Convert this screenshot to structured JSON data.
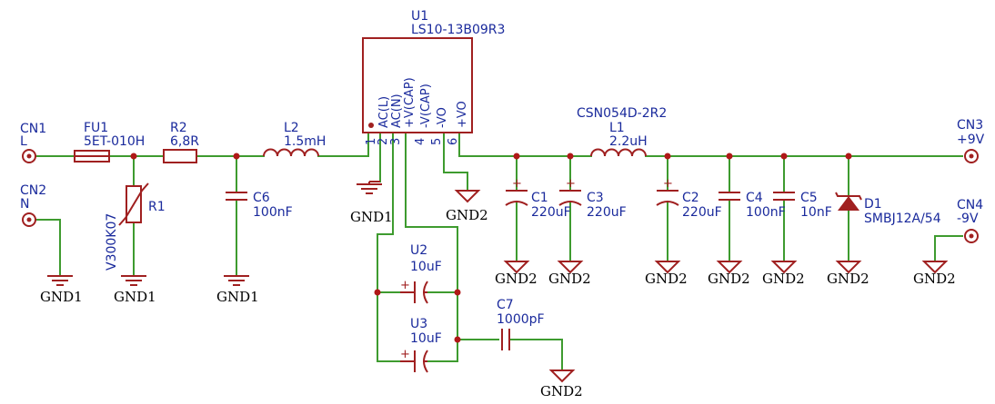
{
  "connectors": {
    "cn1": {
      "ref": "CN1",
      "value": "L"
    },
    "cn2": {
      "ref": "CN2",
      "value": "N"
    },
    "cn3": {
      "ref": "CN3",
      "value": "+9V"
    },
    "cn4": {
      "ref": "CN4",
      "value": "-9V"
    }
  },
  "parts": {
    "fu1": {
      "ref": "FU1",
      "value": "5ET-010H"
    },
    "r2": {
      "ref": "R2",
      "value": "6,8R"
    },
    "r1": {
      "ref": "R1",
      "value": "V300K07"
    },
    "l2": {
      "ref": "L2",
      "value": "1.5mH"
    },
    "c6": {
      "ref": "C6",
      "value": "100nF"
    },
    "u1": {
      "ref": "U1",
      "value": "LS10-13B09R3"
    },
    "l1": {
      "ref": "L1",
      "value": "2.2uH",
      "part": "CSN054D-2R2"
    },
    "c1": {
      "ref": "C1",
      "value": "220uF"
    },
    "c3": {
      "ref": "C3",
      "value": "220uF"
    },
    "c2": {
      "ref": "C2",
      "value": "220uF"
    },
    "c4": {
      "ref": "C4",
      "value": "100nF"
    },
    "c5": {
      "ref": "C5",
      "value": "10nF"
    },
    "d1": {
      "ref": "D1",
      "value": "SMBJ12A/54"
    },
    "u2": {
      "ref": "U2",
      "value": "10uF"
    },
    "u3": {
      "ref": "U3",
      "value": "10uF"
    },
    "c7": {
      "ref": "C7",
      "value": "1000pF"
    }
  },
  "u1_pins": [
    {
      "num": "1",
      "name": "AC(L)"
    },
    {
      "num": "2",
      "name": "AC(N)"
    },
    {
      "num": "3",
      "name": "+V(CAP)"
    },
    {
      "num": "4",
      "name": "-V(CAP)"
    },
    {
      "num": "5",
      "name": "-VO"
    },
    {
      "num": "6",
      "name": "+VO"
    }
  ],
  "grounds": {
    "gnd1": "GND1",
    "gnd2": "GND2"
  },
  "colors": {
    "wire": "#3e9b2f",
    "symbol": "#a02020",
    "label": "#1a2a9c",
    "junction": "#b01818"
  }
}
